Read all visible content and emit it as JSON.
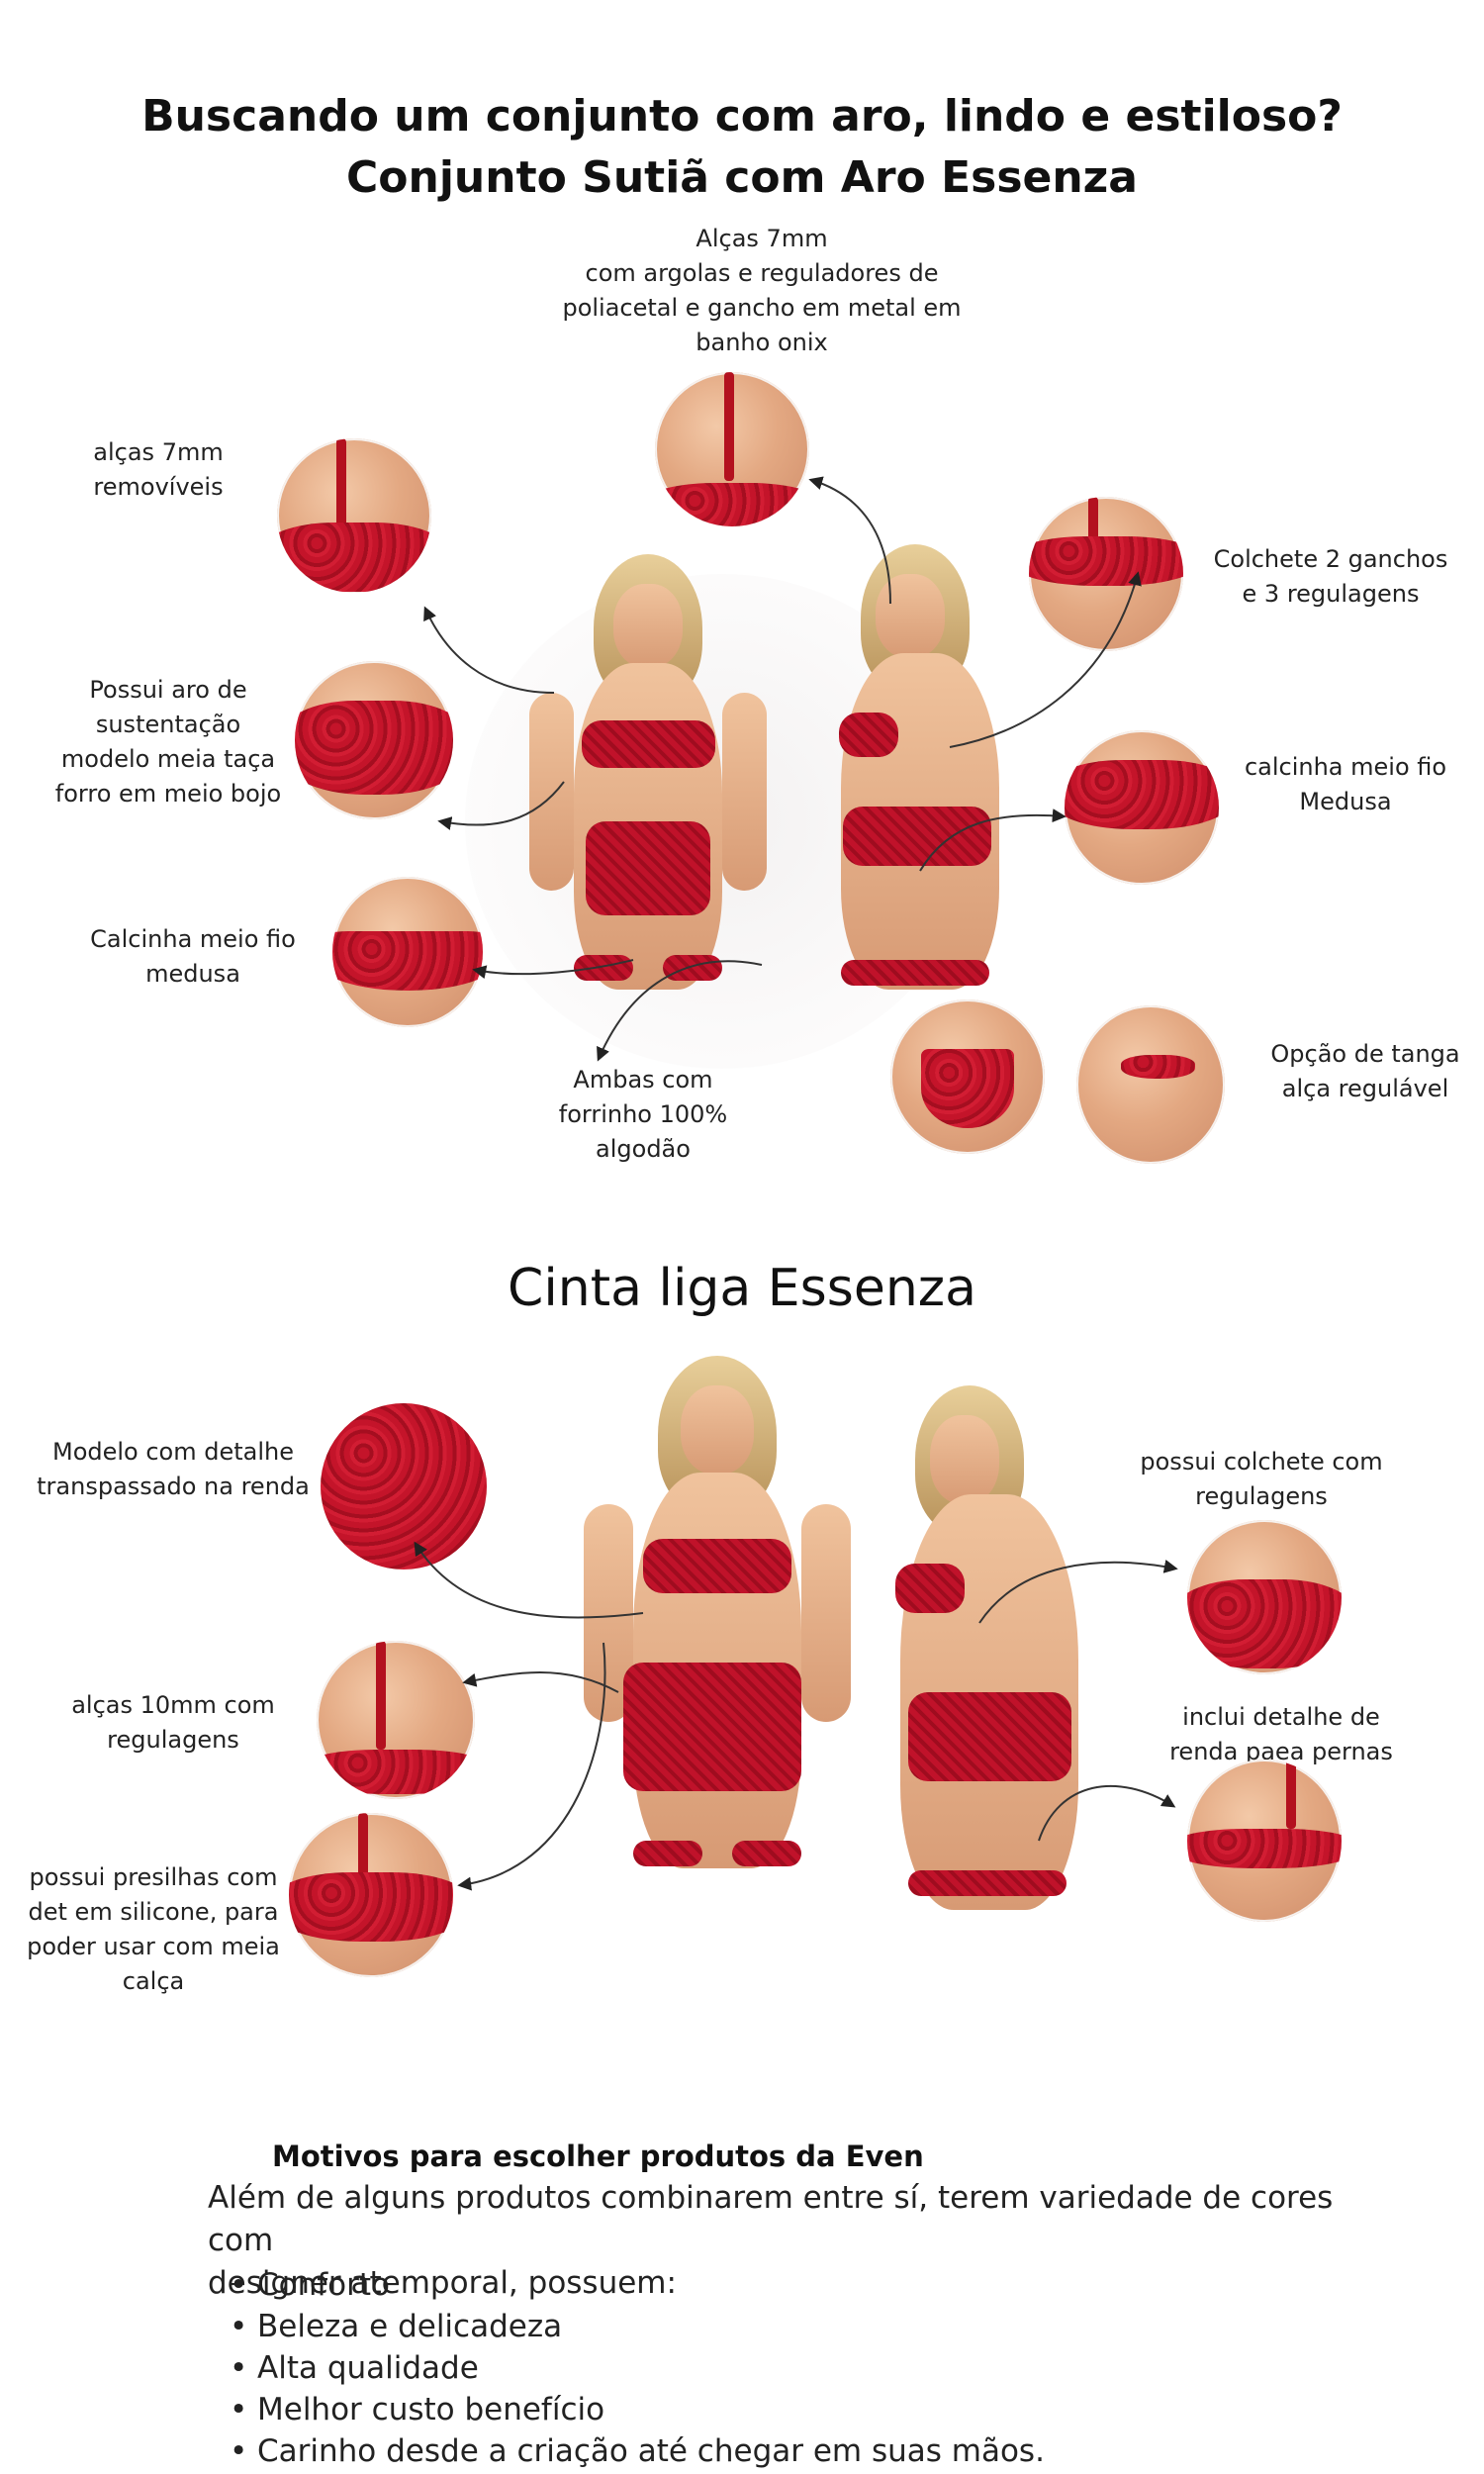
{
  "heading": {
    "line1": "Buscando um conjunto com aro, lindo e estiloso?",
    "line2": "Conjunto Sutiã com Aro Essenza"
  },
  "conjunto_callouts": {
    "alcas_top": [
      "Alças 7mm",
      "com argolas e reguladores de",
      "poliacetal e gancho em metal em",
      "banho onix"
    ],
    "alcas_removiveis": [
      "alças 7mm",
      "removíveis"
    ],
    "aro": [
      "Possui aro de",
      "sustentação",
      "modelo meia taça",
      "forro em meio bojo"
    ],
    "calcinha_left": [
      "Calcinha meio fio",
      "medusa"
    ],
    "forrinho": [
      "Ambas com",
      "forrinho 100%",
      "algodão"
    ],
    "colchete": [
      "Colchete 2 ganchos",
      "e 3 regulagens"
    ],
    "calcinha_right": [
      "calcinha meio fio",
      "Medusa"
    ],
    "tanga": [
      "Opção  de tanga",
      "alça regulável"
    ]
  },
  "cinta": {
    "title": "Cinta liga  Essenza",
    "modelo": [
      "Modelo com detalhe",
      "transpassado na renda"
    ],
    "alcas10": [
      "alças 10mm com",
      "regulagens"
    ],
    "presilhas": [
      "possui presilhas com",
      "det em silicone, para",
      "poder usar com meia",
      "calça"
    ],
    "colchete": [
      "possui colchete com",
      "regulagens"
    ],
    "renda": [
      "inclui detalhe de",
      "renda paea pernas"
    ]
  },
  "motivos": {
    "title": "Motivos para escolher produtos da Even",
    "intro": [
      "Além de alguns produtos combinarem entre sí, terem variedade de cores com",
      "designer atemporal, possuem:"
    ],
    "items": [
      "Conforto",
      "Beleza e delicadeza",
      "Alta qualidade",
      "Melhor custo benefício",
      "Carinho desde a criação até chegar em suas mãos."
    ]
  },
  "colors": {
    "lace_red": "#c0122a",
    "skin": "#e3a882",
    "text": "#111111"
  }
}
